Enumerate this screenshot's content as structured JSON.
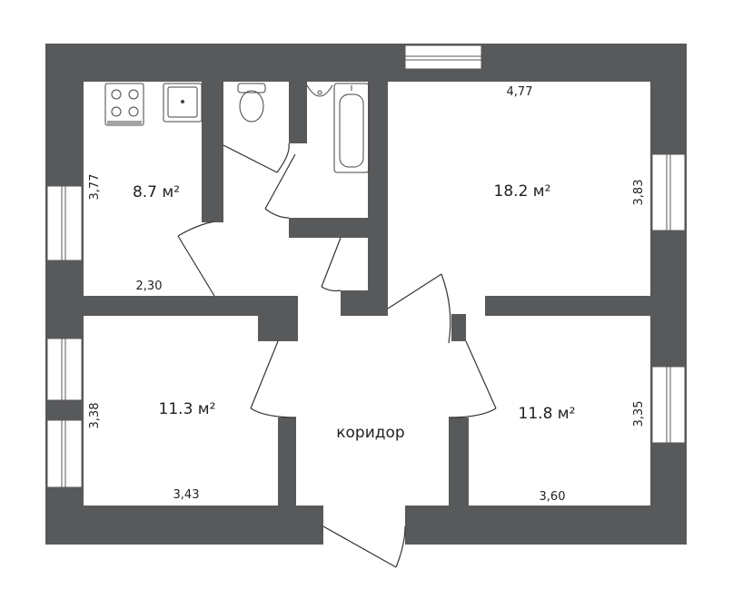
{
  "rooms": {
    "kitchen": {
      "area": "8.7 м²",
      "width": "2,30",
      "depth": "3,77"
    },
    "living": {
      "area": "18.2 м²",
      "width": "4,77",
      "depth": "3,83"
    },
    "bedroom_left": {
      "area": "11.3 м²",
      "width": "3,43",
      "depth": "3,38"
    },
    "bedroom_right": {
      "area": "11.8 м²",
      "width": "3,60",
      "depth": "3,35"
    },
    "corridor": {
      "label": "коридор"
    }
  },
  "colors": {
    "wall": "#58595b",
    "line": "#333333",
    "background": "#ffffff",
    "text": "#222222"
  }
}
